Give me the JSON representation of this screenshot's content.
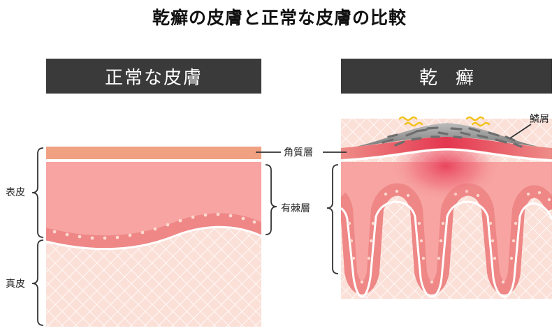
{
  "title": "乾癬の皮膚と正常な皮膚の比較",
  "panels": {
    "normal": {
      "header": "正常な皮膚"
    },
    "psoriasis": {
      "header": "乾癬"
    }
  },
  "labels": {
    "epidermis": "表皮",
    "dermis": "真皮",
    "stratum_corneum": "角質層",
    "spinous_layer": "有棘層",
    "scale": "鱗屑"
  },
  "colors": {
    "header_bg": "#3a3a3a",
    "corneum_normal": "#f0a182",
    "epidermis": "#f7a4a2",
    "dermis": "#fbe0d8",
    "inflammation": "#e8485e",
    "scale_gray": "#8f8f8f",
    "itch_yellow": "#f2c21b"
  },
  "icons": [
    "itch-mark-icon",
    "scale-flake-icon"
  ]
}
